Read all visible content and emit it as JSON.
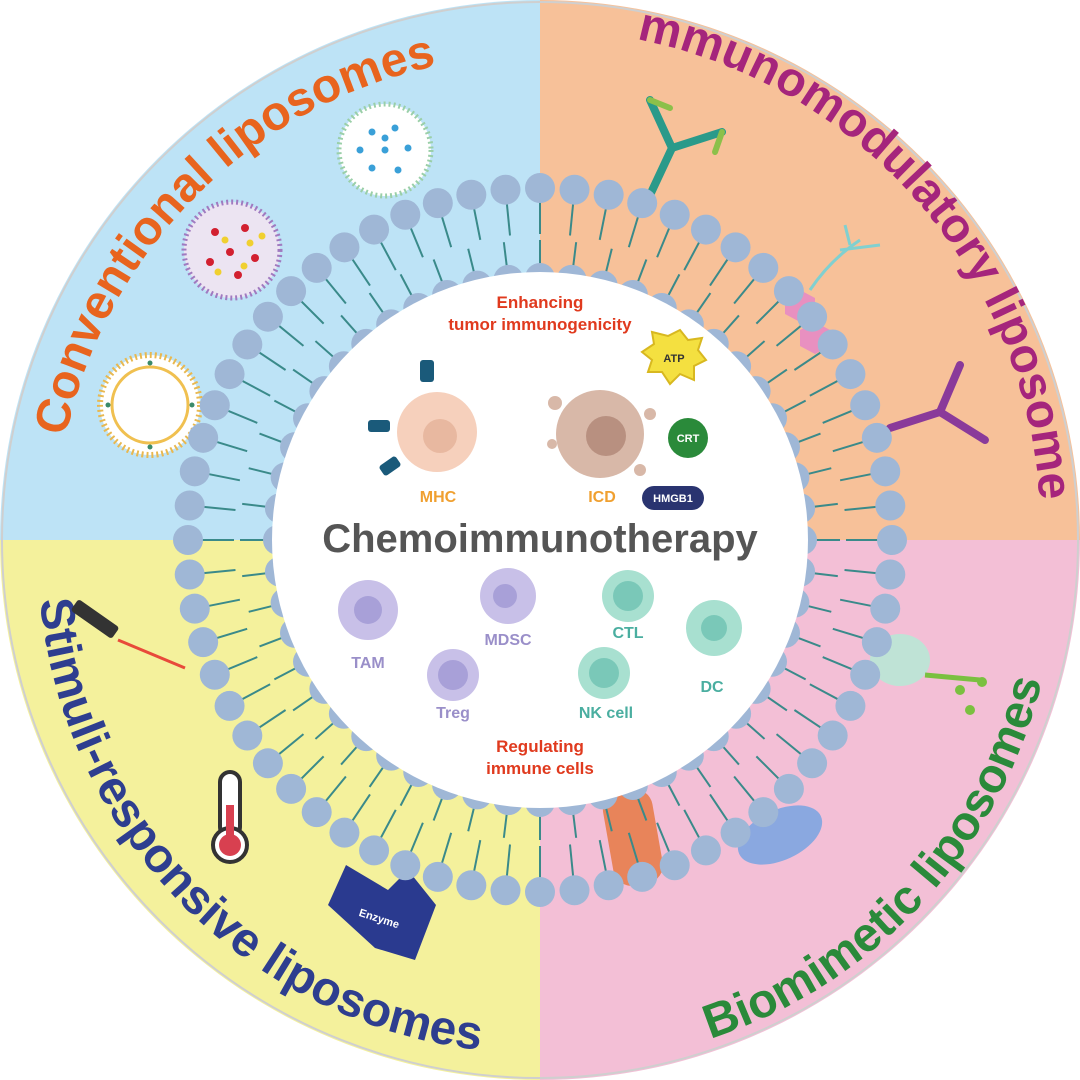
{
  "quadrants": [
    {
      "id": "conventional",
      "title": "Conventional liposomes",
      "fill": "#bde3f6",
      "text_color": "#e8641e"
    },
    {
      "id": "immunomodulatory",
      "title": "Immunomodulatory liposomes",
      "fill": "#f7c199",
      "text_color": "#a5257c"
    },
    {
      "id": "stimuli",
      "title": "Stimuli-responsive liposomes",
      "fill": "#f4f19c",
      "text_color": "#2e3e8f"
    },
    {
      "id": "biomimetic",
      "title": "Biomimetic liposomes",
      "fill": "#f3bfd6",
      "text_color": "#2a8a3a"
    }
  ],
  "center": {
    "title": "Chemoimmunotherapy",
    "title_color": "#555555",
    "top_label_line1": "Enhancing",
    "top_label_line2": "tumor immunogenicity",
    "bottom_label_line1": "Regulating",
    "bottom_label_line2": "immune cells",
    "label_color": "#e03a1e"
  },
  "badges": {
    "atp": "ATP",
    "crt": "CRT",
    "hmgb1": "HMGB1",
    "enzyme": "Enzyme"
  },
  "cells": {
    "mhc": "MHC",
    "icd": "ICD",
    "tam": "TAM",
    "mdsc": "MDSC",
    "ctl": "CTL",
    "treg": "Treg",
    "nk": "NK cell",
    "dc": "DC"
  },
  "colors": {
    "bilayer_head": "#9fb7d6",
    "bilayer_tail": "#3a8a8a",
    "mhc_label": "#f0a030",
    "icd_label": "#f0a030",
    "tam_label": "#9a8fc9",
    "mdsc_label": "#9a8fc9",
    "treg_label": "#9a8fc9",
    "ctl_label": "#4aaea0",
    "nk_label": "#4aaea0",
    "dc_label": "#4aaea0"
  }
}
